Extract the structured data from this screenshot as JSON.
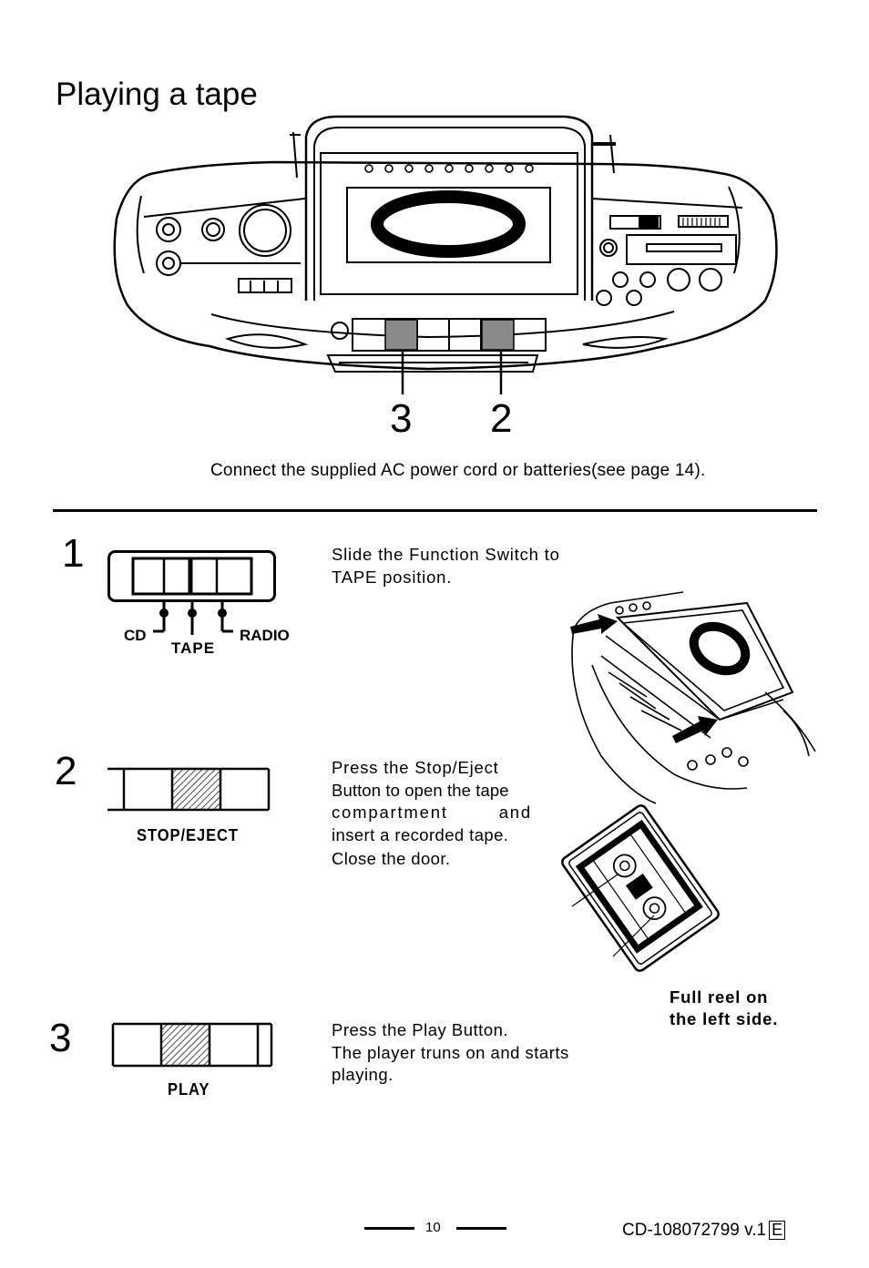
{
  "page": {
    "title": "Playing a tape",
    "callout_3": "3",
    "callout_2": "2",
    "intro": "Connect the supplied AC power cord or batteries(see page 14)."
  },
  "steps": [
    {
      "number": "1",
      "text": "Slide the Function Switch to TAPE position.",
      "labels": {
        "cd": "CD",
        "tape": "TAPE",
        "radio": "RADIO"
      }
    },
    {
      "number": "2",
      "text_lines": [
        "Press the Stop/Eject",
        "Button to open the tape",
        "compartment and",
        "insert a recorded tape.",
        "Close the door."
      ],
      "button_label": "STOP/EJECT"
    },
    {
      "number": "3",
      "text_lines": [
        "Press the Play Button.",
        "The player truns on and starts",
        "playing."
      ],
      "button_label": "PLAY"
    }
  ],
  "cassette_note": [
    "Full reel on",
    "the left side."
  ],
  "footer": {
    "page_number": "10",
    "model": "CD-108072799 v.1",
    "lang": "E"
  }
}
